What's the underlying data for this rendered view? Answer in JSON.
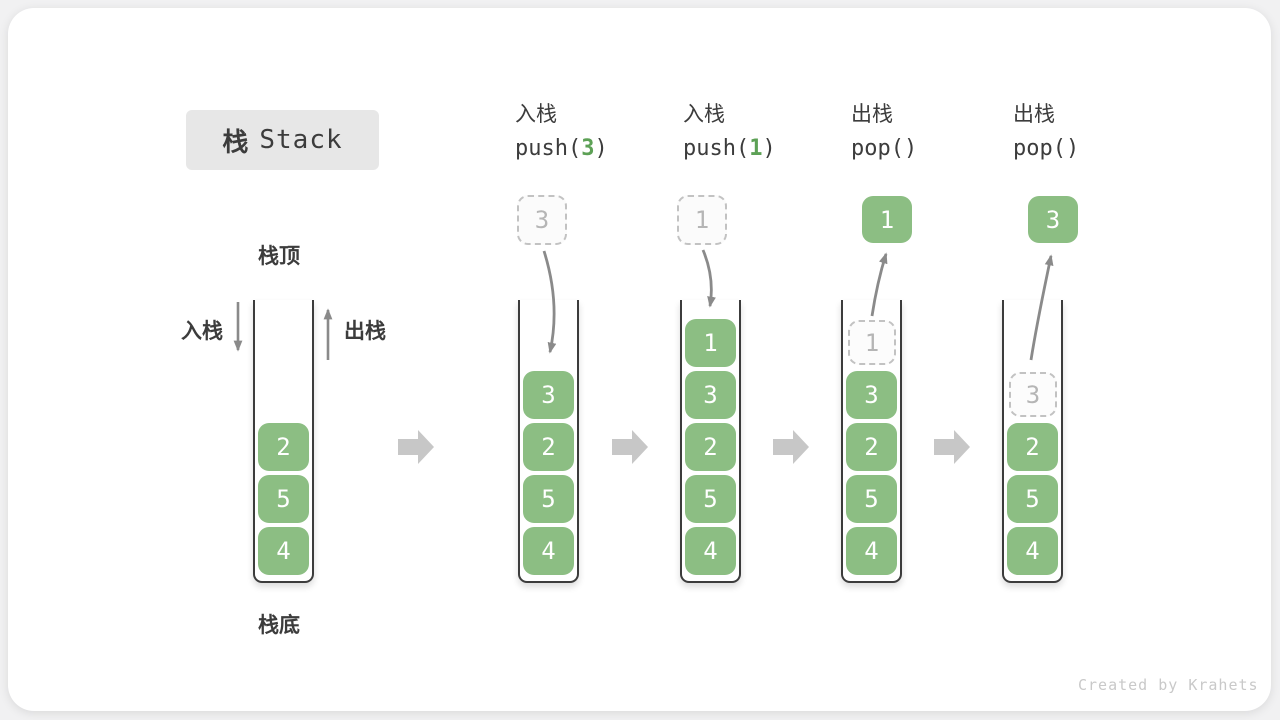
{
  "title": {
    "zh": "栈",
    "en": "Stack"
  },
  "side_labels": {
    "top": "栈顶",
    "bottom": "栈底",
    "push": "入栈",
    "pop": "出栈"
  },
  "watermark": "Created by Krahets",
  "operations": [
    {
      "label": "入栈",
      "code_pre": "push(",
      "code_arg": "3",
      "code_post": ")"
    },
    {
      "label": "入栈",
      "code_pre": "push(",
      "code_arg": "1",
      "code_post": ")"
    },
    {
      "label": "出栈",
      "code_pre": "pop(",
      "code_arg": "",
      "code_post": ")"
    },
    {
      "label": "出栈",
      "code_pre": "pop(",
      "code_arg": "",
      "code_post": ")"
    }
  ],
  "stacks": [
    {
      "name": "stack-initial",
      "floating": null,
      "cells": [
        {
          "row": 2,
          "value": "2",
          "type": "solid"
        },
        {
          "row": 3,
          "value": "5",
          "type": "solid"
        },
        {
          "row": 4,
          "value": "4",
          "type": "solid"
        }
      ]
    },
    {
      "name": "stack-after-push-3",
      "floating": {
        "value": "3",
        "type": "dashed"
      },
      "cells": [
        {
          "row": 1,
          "value": "3",
          "type": "solid"
        },
        {
          "row": 2,
          "value": "2",
          "type": "solid"
        },
        {
          "row": 3,
          "value": "5",
          "type": "solid"
        },
        {
          "row": 4,
          "value": "4",
          "type": "solid"
        }
      ]
    },
    {
      "name": "stack-after-push-1",
      "floating": {
        "value": "1",
        "type": "dashed"
      },
      "cells": [
        {
          "row": 0,
          "value": "1",
          "type": "solid"
        },
        {
          "row": 1,
          "value": "3",
          "type": "solid"
        },
        {
          "row": 2,
          "value": "2",
          "type": "solid"
        },
        {
          "row": 3,
          "value": "5",
          "type": "solid"
        },
        {
          "row": 4,
          "value": "4",
          "type": "solid"
        }
      ]
    },
    {
      "name": "stack-after-pop-1",
      "floating": {
        "value": "1",
        "type": "solid"
      },
      "cells": [
        {
          "row": 0,
          "value": "1",
          "type": "dashed"
        },
        {
          "row": 1,
          "value": "3",
          "type": "solid"
        },
        {
          "row": 2,
          "value": "2",
          "type": "solid"
        },
        {
          "row": 3,
          "value": "5",
          "type": "solid"
        },
        {
          "row": 4,
          "value": "4",
          "type": "solid"
        }
      ]
    },
    {
      "name": "stack-after-pop-3",
      "floating": {
        "value": "3",
        "type": "solid"
      },
      "cells": [
        {
          "row": 1,
          "value": "3",
          "type": "dashed"
        },
        {
          "row": 2,
          "value": "2",
          "type": "solid"
        },
        {
          "row": 3,
          "value": "5",
          "type": "solid"
        },
        {
          "row": 4,
          "value": "4",
          "type": "solid"
        }
      ]
    }
  ],
  "colors": {
    "block_green": "#8CBE83",
    "code_arg_green": "#5DA156",
    "text_dark": "#3C3C3C",
    "arrow_gray": "#8A8A8A",
    "flow_arrow_gray": "#C7C7C7",
    "dashed_border_gray": "#C2C2C2",
    "dashed_text_gray": "#B5B5B5",
    "title_bg": "#E7E7E7",
    "watermark_gray": "#C9C9C9"
  }
}
